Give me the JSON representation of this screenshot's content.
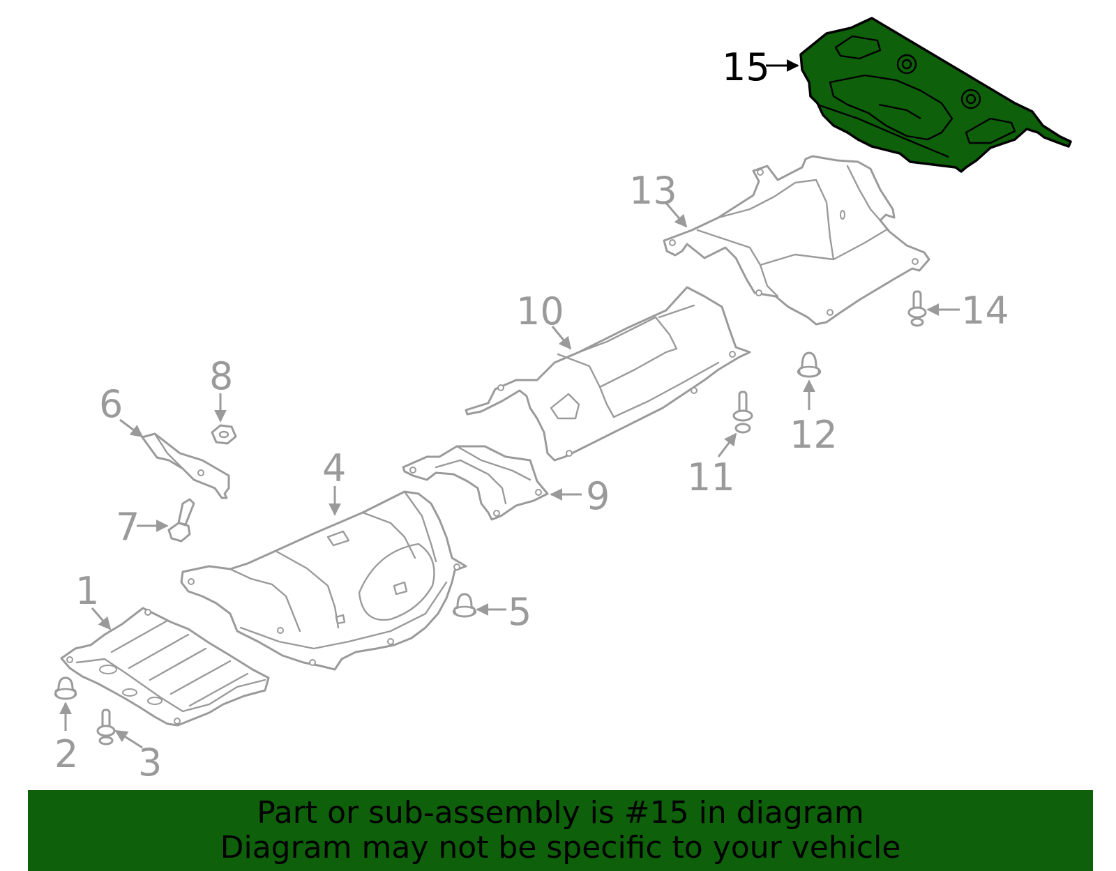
{
  "colors": {
    "highlight": "#0f600a",
    "line": "#9a9a9a",
    "highlight_outline": "#000000",
    "banner_text": "#000000",
    "background": "#ffffff"
  },
  "diagram": {
    "highlighted_callout": "15",
    "callouts": [
      "1",
      "2",
      "3",
      "4",
      "5",
      "6",
      "7",
      "8",
      "9",
      "10",
      "11",
      "12",
      "13",
      "14",
      "15"
    ]
  },
  "banner": {
    "line1": "Part or sub-assembly is #15 in diagram",
    "line2": "Diagram may not be specific to your vehicle"
  }
}
